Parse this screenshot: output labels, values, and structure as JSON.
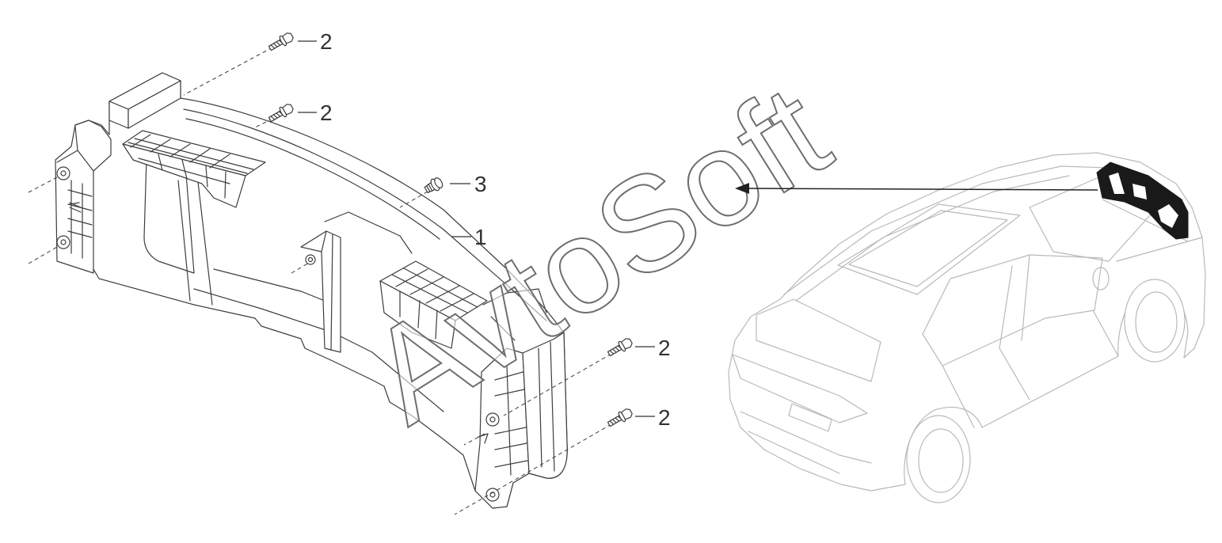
{
  "callouts": [
    "2",
    "2",
    "3",
    "1",
    "2",
    "2"
  ],
  "watermark": "AvtoSoft",
  "colors": {
    "line": "#3d3d3d",
    "car_outline": "#b9b9b9",
    "highlight": "#1a1a1a",
    "background": "#ffffff"
  }
}
